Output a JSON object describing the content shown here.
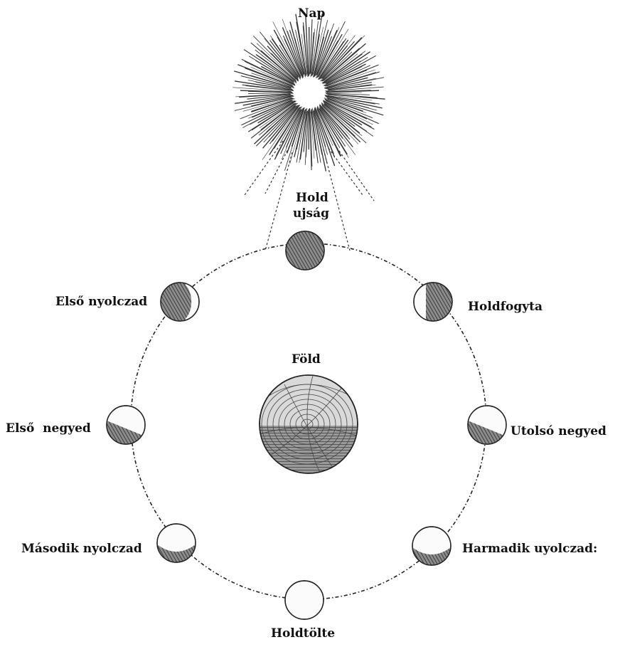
{
  "labels": {
    "sun": "Nap",
    "earth": "Föld",
    "new_moon_1": "Hold",
    "new_moon_2": "ujság",
    "waxing_crescent": "Első nyolczad",
    "first_quarter": "Első  negyed",
    "waxing_gibbous": "Második nyolczad",
    "full_moon": "Holdtölte",
    "waning_gibbous": "Harmadik uyolczad:",
    "last_quarter": "Utolsó negyed",
    "waning_crescent": "Holdfogyta"
  },
  "colors": {
    "ink": "#222222",
    "paper": "#ffffff"
  }
}
